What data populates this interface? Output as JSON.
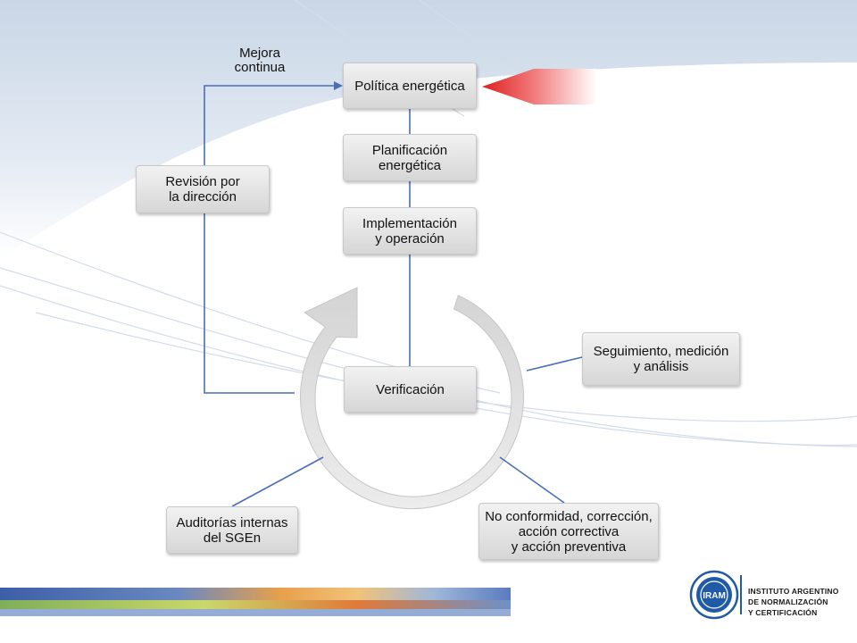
{
  "diagram": {
    "mejora_label": "Mejora\ncontinua",
    "nodes": {
      "politica": "Política energética",
      "planificacion": "Planificación\nenergética",
      "implementacion": "Implementación\ny operación",
      "verificacion": "Verificación",
      "revision": "Revisión por\nla dirección",
      "seguimiento": "Seguimiento, medición\ny análisis",
      "no_conformidad": "No conformidad, corrección,\nacción correctiva\ny acción preventiva",
      "auditorias": "Auditorías internas\ndel SGEn"
    }
  },
  "logo": {
    "emblem_text": "IRAM",
    "lines": [
      "INSTITUTO ARGENTINO",
      "DE NORMALIZACIÓN",
      "Y CERTIFICACIÓN"
    ]
  },
  "colors": {
    "connector": "#4a6fb5",
    "box_fill": "#e4e4e4",
    "pointer_red": "#e8322e",
    "logo_blue": "#1f5aa6"
  }
}
